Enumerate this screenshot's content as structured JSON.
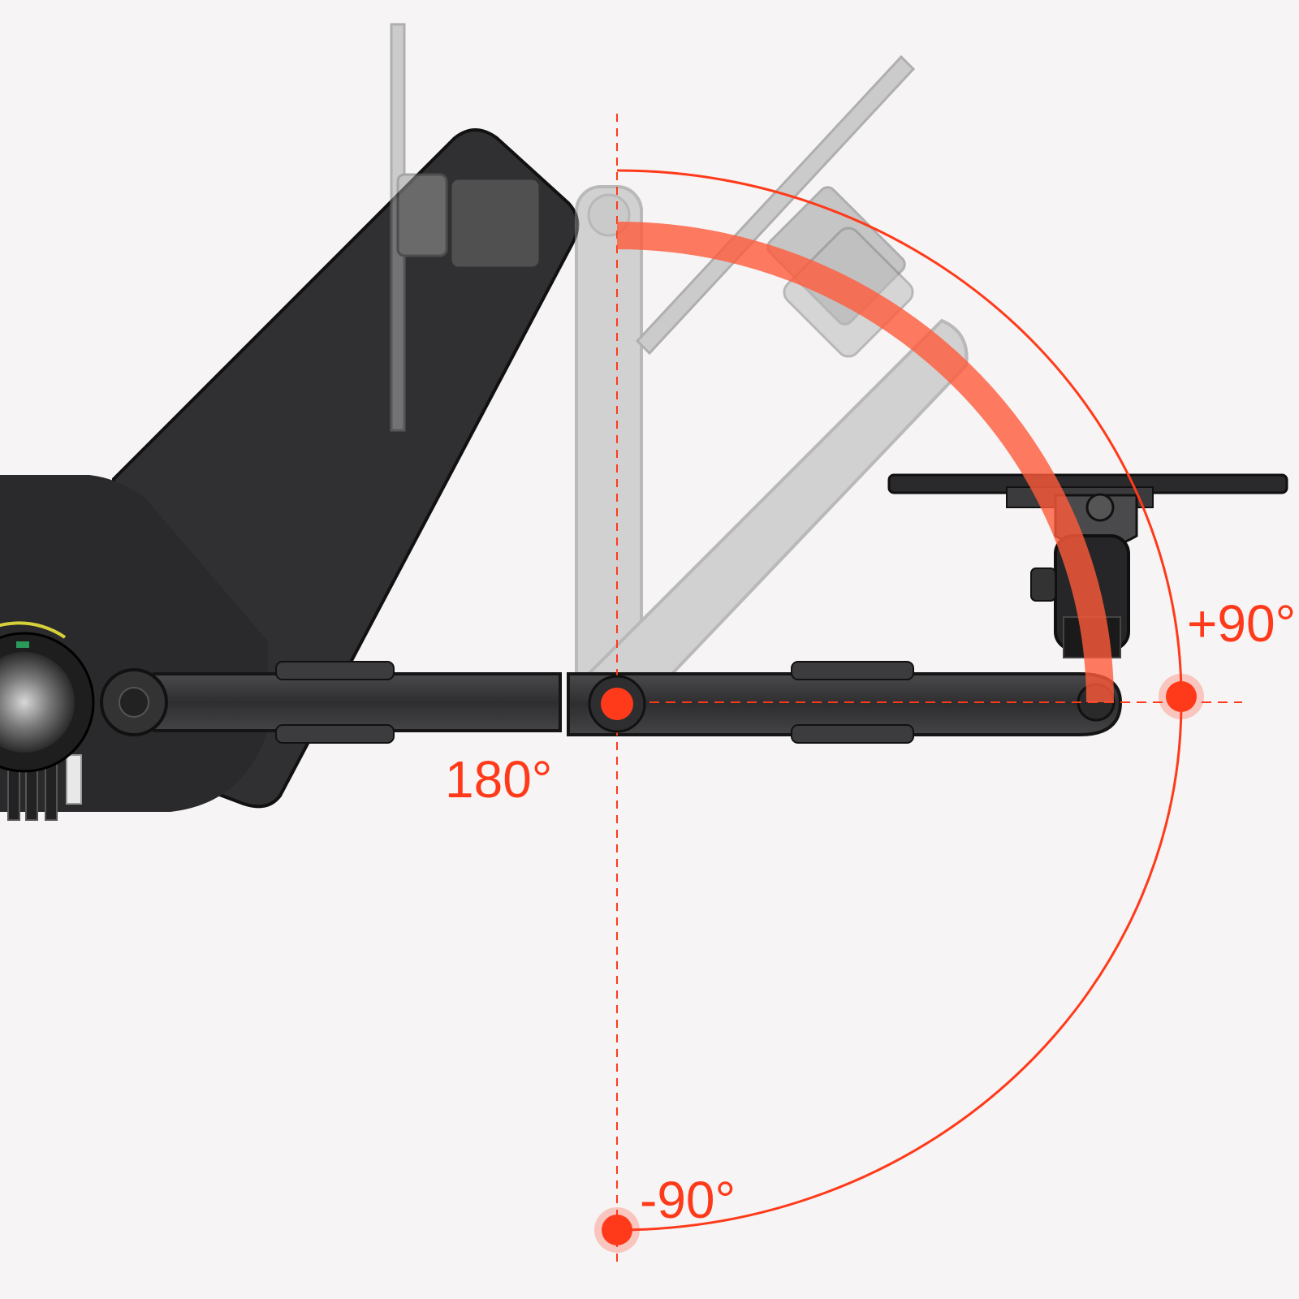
{
  "colors": {
    "background": "#f6f4f4",
    "accent": "#ff3a1a",
    "accent_soft": "#ff6b4d",
    "arm_dark": "#3a3a3c",
    "arm_black": "#1e1e20",
    "ghost": "#b8b8b8",
    "ghost_dark": "#8e8e8e"
  },
  "diagram": {
    "icons": [
      "monitor-arm-icon",
      "rotation-pivot-icon",
      "vesa-plate-icon"
    ],
    "labels": {
      "left_angle": "180°",
      "right_angle": "+90°",
      "bottom_angle": "-90°"
    },
    "rotation_range_deg": {
      "min": -90,
      "max": 90
    }
  }
}
